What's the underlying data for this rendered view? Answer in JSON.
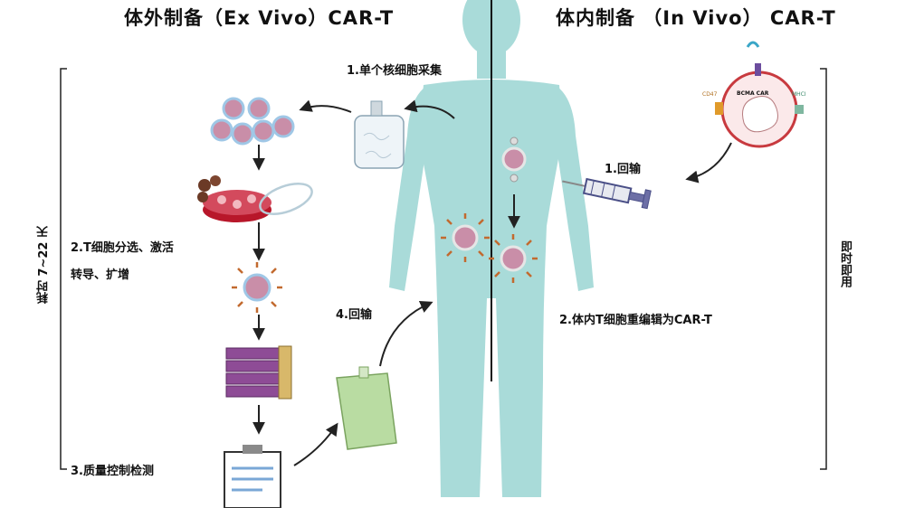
{
  "titles": {
    "ex_vivo": "体外制备（Ex Vivo）CAR-T",
    "in_vivo": "体内制备 （In Vivo） CAR-T"
  },
  "ex_vivo_steps": {
    "step1": "1.单个核细胞采集",
    "step2_line1": "2.T细胞分选、激活",
    "step2_line2": "转导、扩增",
    "step3": "3.质量控制检测",
    "step4": "4.回输"
  },
  "in_vivo_steps": {
    "step1": "1.回输",
    "step2": "2.体内T细胞重编辑为CAR-T"
  },
  "durations": {
    "ex_vivo": "耗时 7~22 天",
    "in_vivo": "即时即用"
  },
  "vector_labels": {
    "bcma_car": "BCMA CAR",
    "cd47": "CD47",
    "mhc1": "MHCI"
  },
  "colors": {
    "body": "#a9dbd9",
    "cell": "#c98ea8",
    "membrane": "#9fc7e6",
    "dish": "#b8172a",
    "flask": "#8e4c96",
    "bag_green": "#b9dca2",
    "vector_ring": "#c83a3f"
  }
}
